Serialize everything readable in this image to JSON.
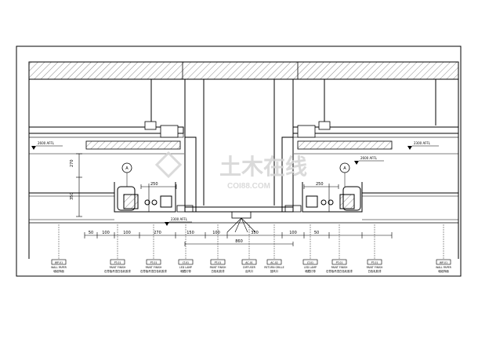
{
  "drawing": {
    "levels": {
      "left_upper": "2600 AFFL",
      "right_upper": "2600 AFFL",
      "left_lower": "2300 AFFL",
      "right_lower": "2300 AFFL"
    },
    "callouts": {
      "left": "A",
      "right": "A"
    },
    "dims_vertical": [
      "350",
      "270"
    ],
    "dims_top": {
      "left": "250",
      "right": "250"
    },
    "dims_bottom": [
      "50",
      "100",
      "100",
      "270",
      "150",
      "100",
      "350",
      "100",
      "50"
    ],
    "dim_overall": "860",
    "tags": [
      {
        "code": "WP-01",
        "en": "WALL PAPER",
        "cn": "墙纸饰面"
      },
      {
        "code": "PT-01",
        "en": "PAINT FINISH",
        "cn": "石膏板吊顶白色乳胶漆"
      },
      {
        "code": "PT-01",
        "en": "PAINT FINISH",
        "cn": "石膏板吊顶白色乳胶漆"
      },
      {
        "code": "LT-01",
        "en": "LED LAMP",
        "cn": "暗藏灯带"
      },
      {
        "code": "PT-01",
        "en": "PAINT FINISH",
        "cn": "白色乳胶漆"
      },
      {
        "code": "AC-01",
        "en": "DIFFUSER",
        "cn": "出风口"
      },
      {
        "code": "AC-02",
        "en": "RETURN GRILLE",
        "cn": "回风口"
      },
      {
        "code": "LT-01",
        "en": "LED LAMP",
        "cn": "暗藏灯带"
      },
      {
        "code": "PT-01",
        "en": "PAINT FINISH",
        "cn": "石膏板吊顶白色乳胶漆"
      },
      {
        "code": "PT-01",
        "en": "PAINT FINISH",
        "cn": "白色乳胶漆"
      },
      {
        "code": "WP-01",
        "en": "WALL PAPER",
        "cn": "墙纸饰面"
      }
    ],
    "watermark": {
      "brand": "土木在线",
      "url": "COI88.COM"
    },
    "colors": {
      "line": "#000000",
      "hatch": "#555555",
      "watermark": "#d4d4d4",
      "background": "#ffffff"
    }
  }
}
